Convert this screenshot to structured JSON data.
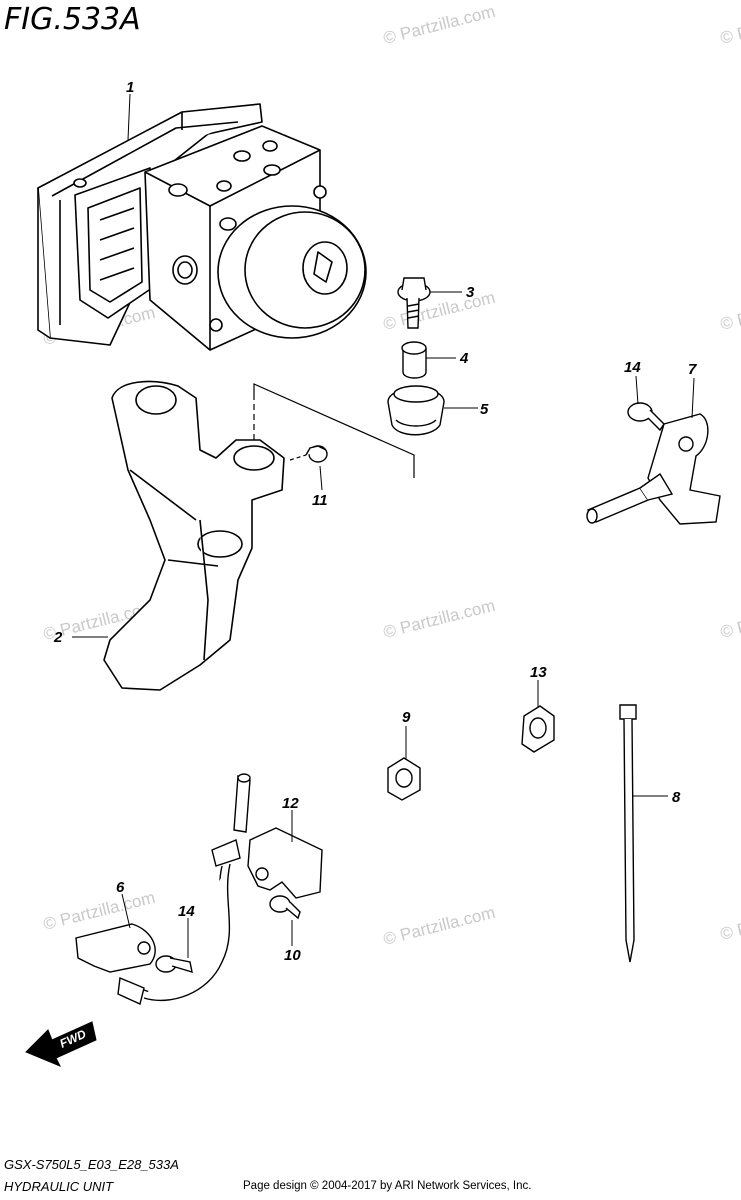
{
  "figure": {
    "title": "FIG.533A",
    "model_code": "GSX-S750L5_E03_E28_533A",
    "section_name": "HYDRAULIC UNIT",
    "copyright": "Page design © 2004-2017 by ARI Network Services, Inc."
  },
  "watermark": {
    "text": "© Partzilla.com"
  },
  "direction_marker": {
    "label": "FWD"
  },
  "callouts": [
    {
      "part": "1",
      "label": "1"
    },
    {
      "part": "2",
      "label": "2"
    },
    {
      "part": "3",
      "label": "3"
    },
    {
      "part": "4",
      "label": "4"
    },
    {
      "part": "5",
      "label": "5"
    },
    {
      "part": "6",
      "label": "6"
    },
    {
      "part": "7",
      "label": "7"
    },
    {
      "part": "8",
      "label": "8"
    },
    {
      "part": "9",
      "label": "9"
    },
    {
      "part": "10",
      "label": "10"
    },
    {
      "part": "11",
      "label": "11"
    },
    {
      "part": "12",
      "label": "12"
    },
    {
      "part": "13",
      "label": "13"
    },
    {
      "part": "14a",
      "label": "14"
    },
    {
      "part": "14b",
      "label": "14"
    }
  ]
}
